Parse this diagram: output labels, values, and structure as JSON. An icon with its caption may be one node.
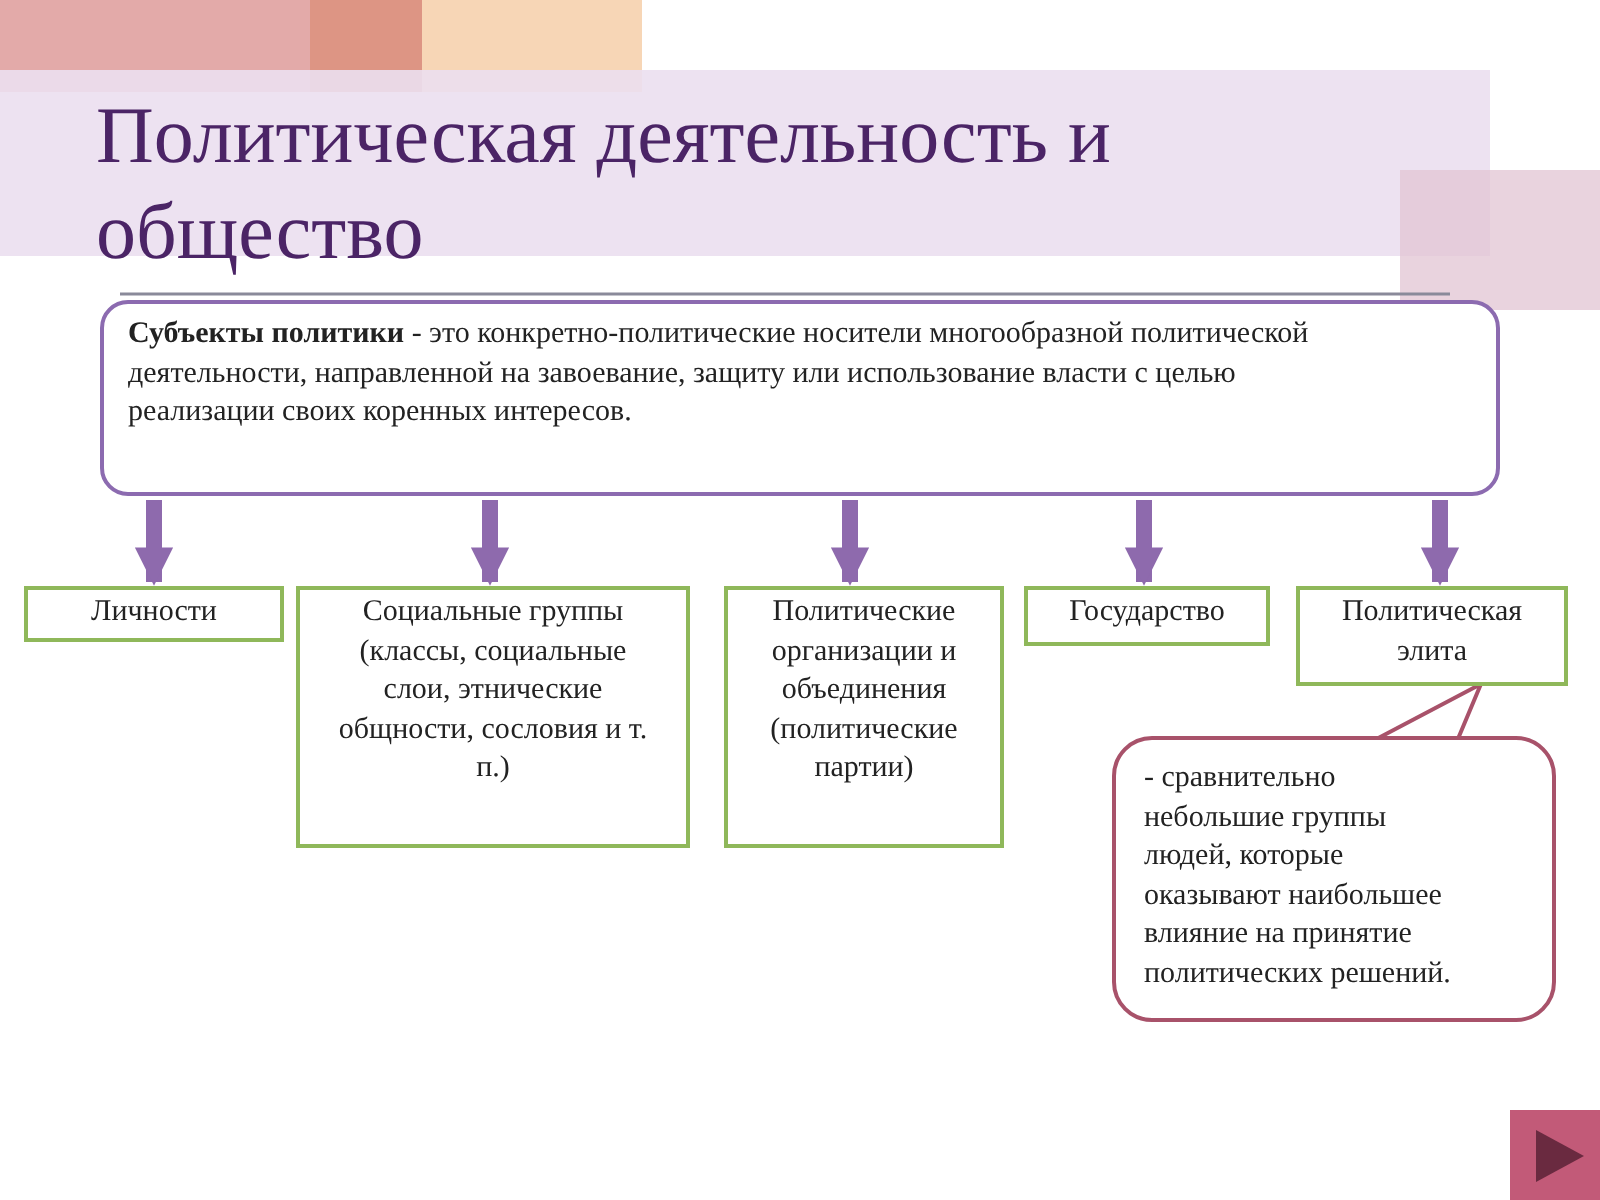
{
  "diagram": {
    "title": "Политическая деятельность и общество",
    "nodes": [
      {
        "text": [
          "**Субъекты политики** - это конкретно-политические носители многообразной политической деятельности, направленной на завоевание, защиту или использование власти с целью реализации своих коренных интересов."
        ]
      },
      {
        "text": [
          "Личности"
        ]
      },
      {
        "text": [
          "Социальные группы (классы, социальные слои, этнические общности, сословия и т. п.)"
        ]
      },
      {
        "text": [
          "Политические организации и объединения (политические партии)"
        ]
      },
      {
        "text": [
          "Государство"
        ]
      },
      {
        "text": [
          "Политическая элита"
        ]
      },
      {
        "text": [
          "- сравнительно небольшие группы людей, которые оказывают наибольшее влияние на принятие политических решений."
        ]
      }
    ],
    "edges": [
      {
        "from": 0,
        "to": 1,
        "arrow": "to"
      },
      {
        "from": 0,
        "to": 2,
        "arrow": "to"
      },
      {
        "from": 0,
        "to": 3,
        "arrow": "to"
      },
      {
        "from": 0,
        "to": 4,
        "arrow": "to"
      },
      {
        "from": 0,
        "to": 5,
        "arrow": "to"
      },
      {
        "from": 6,
        "to": 5,
        "arrow": "none",
        "color": "#a8526a"
      }
    ]
  }
}
